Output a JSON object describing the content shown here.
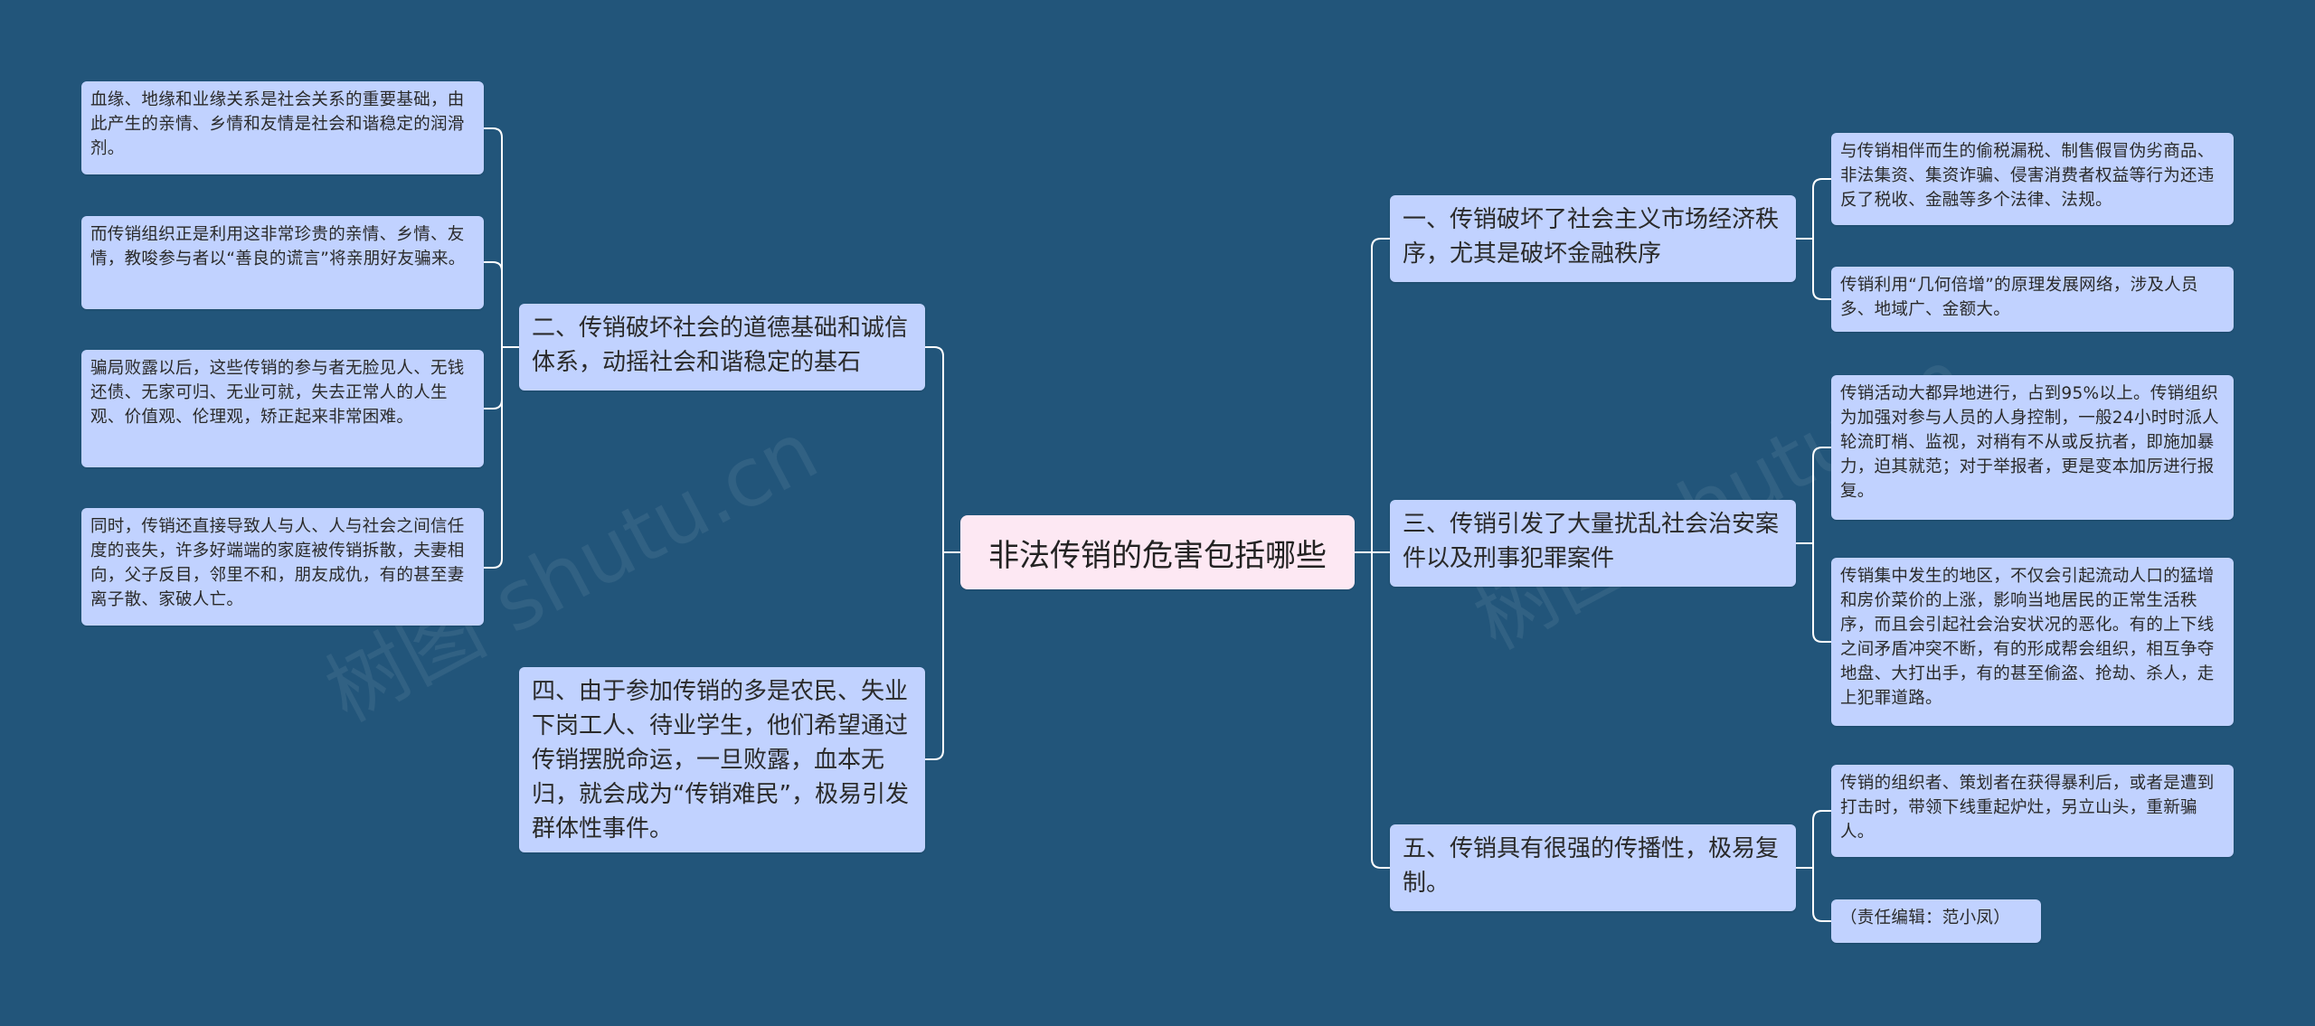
{
  "root": {
    "label": "非法传销的危害包括哪些"
  },
  "left": [
    {
      "label": "二、传销破坏社会的道德基础和诚信体系，动摇社会和谐稳定的基石",
      "children": [
        "血缘、地缘和业缘关系是社会关系的重要基础，由此产生的亲情、乡情和友情是社会和谐稳定的润滑剂。",
        "而传销组织正是利用这非常珍贵的亲情、乡情、友情，教唆参与者以“善良的谎言”将亲朋好友骗来。",
        "骗局败露以后，这些传销的参与者无脸见人、无钱还债、无家可归、无业可就，失去正常人的人生观、价值观、伦理观，矫正起来非常困难。",
        "同时，传销还直接导致人与人、人与社会之间信任度的丧失，许多好端端的家庭被传销拆散，夫妻相向，父子反目，邻里不和，朋友成仇，有的甚至妻离子散、家破人亡。"
      ]
    },
    {
      "label": "四、由于参加传销的多是农民、失业下岗工人、待业学生，他们希望通过传销摆脱命运，一旦败露，血本无归，就会成为“传销难民”，极易引发群体性事件。",
      "children": []
    }
  ],
  "right": [
    {
      "label": "一、传销破坏了社会主义市场经济秩序，尤其是破坏金融秩序",
      "children": [
        "与传销相伴而生的偷税漏税、制售假冒伪劣商品、非法集资、集资诈骗、侵害消费者权益等行为还违反了税收、金融等多个法律、法规。",
        "传销利用“几何倍增”的原理发展网络，涉及人员多、地域广、金额大。"
      ]
    },
    {
      "label": "三、传销引发了大量扰乱社会治安案件以及刑事犯罪案件",
      "children": [
        "传销活动大都异地进行，占到95%以上。传销组织为加强对参与人员的人身控制，一般24小时时派人轮流盯梢、监视，对稍有不从或反抗者，即施加暴力，迫其就范；对于举报者，更是变本加厉进行报复。",
        "传销集中发生的地区，不仅会引起流动人口的猛增和房价菜价的上涨，影响当地居民的正常生活秩序，而且会引起社会治安状况的恶化。有的上下线之间矛盾冲突不断，有的形成帮会组织，相互争夺地盘、大打出手，有的甚至偷盗、抢劫、杀人，走上犯罪道路。"
      ]
    },
    {
      "label": "五、传销具有很强的传播性，极易复制。",
      "children": [
        "传销的组织者、策划者在获得暴利后，或者是遭到打击时，带领下线重起炉灶，另立山头，重新骗人。",
        "（责任编辑：范小凤）"
      ]
    }
  ],
  "watermark": "树图 shutu.cn",
  "colors": {
    "background": "#22557a",
    "node": "#c1d2ff",
    "root": "#fde8f3",
    "line": "#ffffff"
  }
}
